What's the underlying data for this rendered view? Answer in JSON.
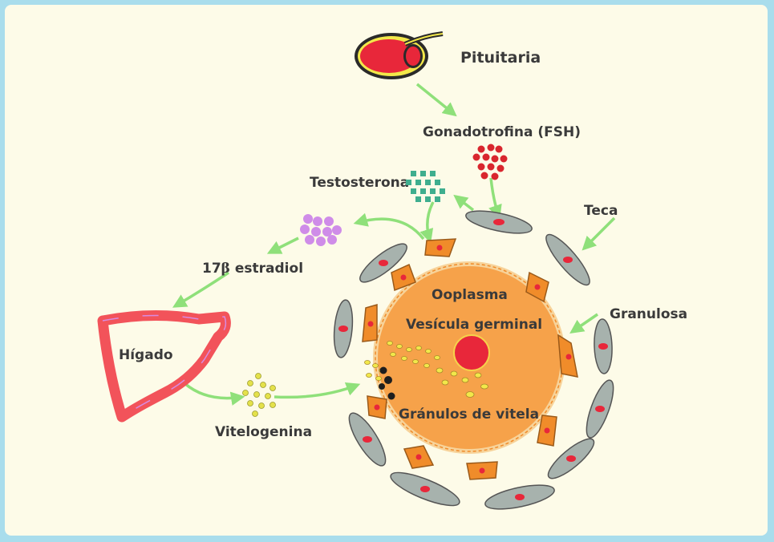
{
  "labels": {
    "pituitaria": "Pituitaria",
    "fsh": "Gonadotrofina (FSH)",
    "testosterona": "Testosterona",
    "teca": "Teca",
    "estradiol_num": "17",
    "estradiol_greek": "β",
    "estradiol_text": " estradiol",
    "ooplasma": "Ooplasma",
    "vesicula": "Vesícula germinal",
    "granulosa": "Granulosa",
    "higado": "Hígado",
    "granulos": "Gránulos de vitela",
    "vitelogenina": "Vitelogenina"
  },
  "colors": {
    "background": "#fdfbe8",
    "border": "#a9ddec",
    "arrow": "#8fe07a",
    "ooplasm": "#f6a24a",
    "nucleus": "#e8273a",
    "theca_cell": "#a7b2ad",
    "granulosa_cell": "#f08c2a",
    "fsh_dots": "#d9262e",
    "testosterone_dots": "#3fae8e",
    "estradiol_dots": "#cf8ce8",
    "vitellogenin_dots": "#e4e14a",
    "liver": "#f2535a"
  }
}
